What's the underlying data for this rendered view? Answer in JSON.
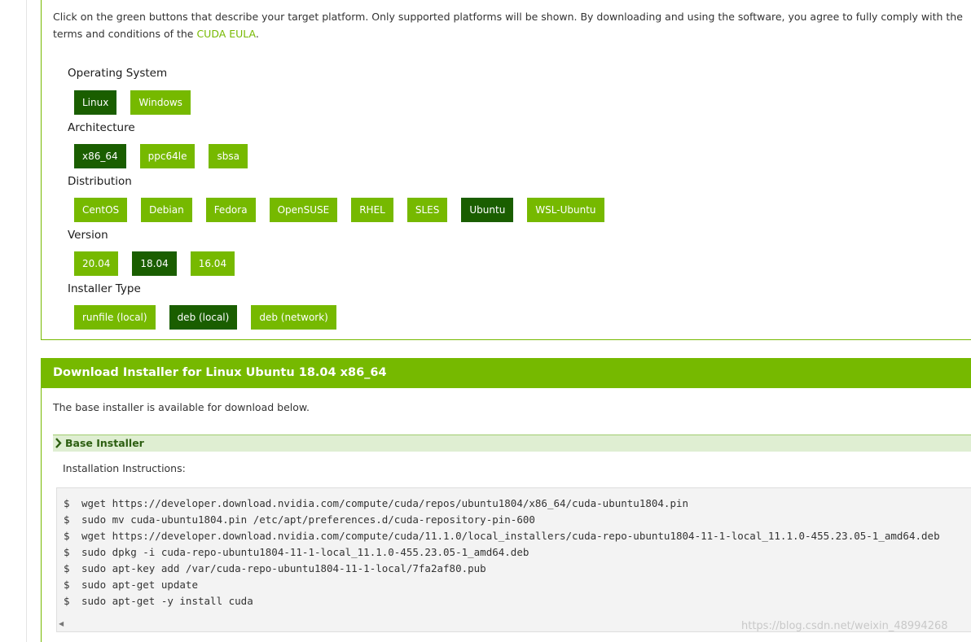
{
  "intro": {
    "text_before_link": "Click on the green buttons that describe your target platform. Only supported platforms will be shown. By downloading and using the software, you agree to fully comply with the terms and conditions of the ",
    "link": "CUDA EULA",
    "text_after_link": "."
  },
  "groups": {
    "os": {
      "label": "Operating System",
      "options": [
        "Linux",
        "Windows"
      ],
      "selected": "Linux"
    },
    "arch": {
      "label": "Architecture",
      "options": [
        "x86_64",
        "ppc64le",
        "sbsa"
      ],
      "selected": "x86_64"
    },
    "distro": {
      "label": "Distribution",
      "options": [
        "CentOS",
        "Debian",
        "Fedora",
        "OpenSUSE",
        "RHEL",
        "SLES",
        "Ubuntu",
        "WSL-Ubuntu"
      ],
      "selected": "Ubuntu"
    },
    "version": {
      "label": "Version",
      "options": [
        "20.04",
        "18.04",
        "16.04"
      ],
      "selected": "18.04"
    },
    "installer": {
      "label": "Installer Type",
      "options": [
        "runfile (local)",
        "deb (local)",
        "deb (network)"
      ],
      "selected": "deb (local)"
    }
  },
  "download": {
    "header": "Download Installer for Linux Ubuntu 18.04 x86_64",
    "base_text": "The base installer is available for download below.",
    "base_installer": "Base Installer",
    "instructions_label": "Installation Instructions:",
    "prompt": "$",
    "commands": [
      "wget https://developer.download.nvidia.com/compute/cuda/repos/ubuntu1804/x86_64/cuda-ubuntu1804.pin",
      "sudo mv cuda-ubuntu1804.pin /etc/apt/preferences.d/cuda-repository-pin-600",
      "wget https://developer.download.nvidia.com/compute/cuda/11.1.0/local_installers/cuda-repo-ubuntu1804-11-1-local_11.1.0-455.23.05-1_amd64.deb",
      "sudo dpkg -i cuda-repo-ubuntu1804-11-1-local_11.1.0-455.23.05-1_amd64.deb",
      "sudo apt-key add /var/cuda-repo-ubuntu1804-11-1-local/7fa2af80.pub",
      "sudo apt-get update",
      "sudo apt-get -y install cuda"
    ]
  },
  "watermark": "https://blog.csdn.net/weixin_48994268",
  "colors": {
    "accent": "#76b900",
    "selected": "#1a5e00",
    "bar": "#dfeed2"
  },
  "icons": {
    "expand": "chevron-right-icon",
    "scroll_left": "scroll-left-arrow-icon"
  }
}
